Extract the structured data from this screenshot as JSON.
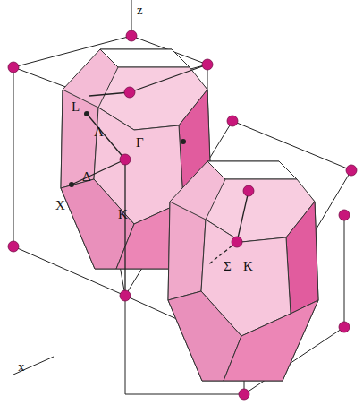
{
  "diagram": {
    "labels": [
      "z",
      "L",
      "Λ",
      "Γ",
      "X",
      "Δ",
      "K",
      "Σ",
      "K",
      "x"
    ]
  }
}
